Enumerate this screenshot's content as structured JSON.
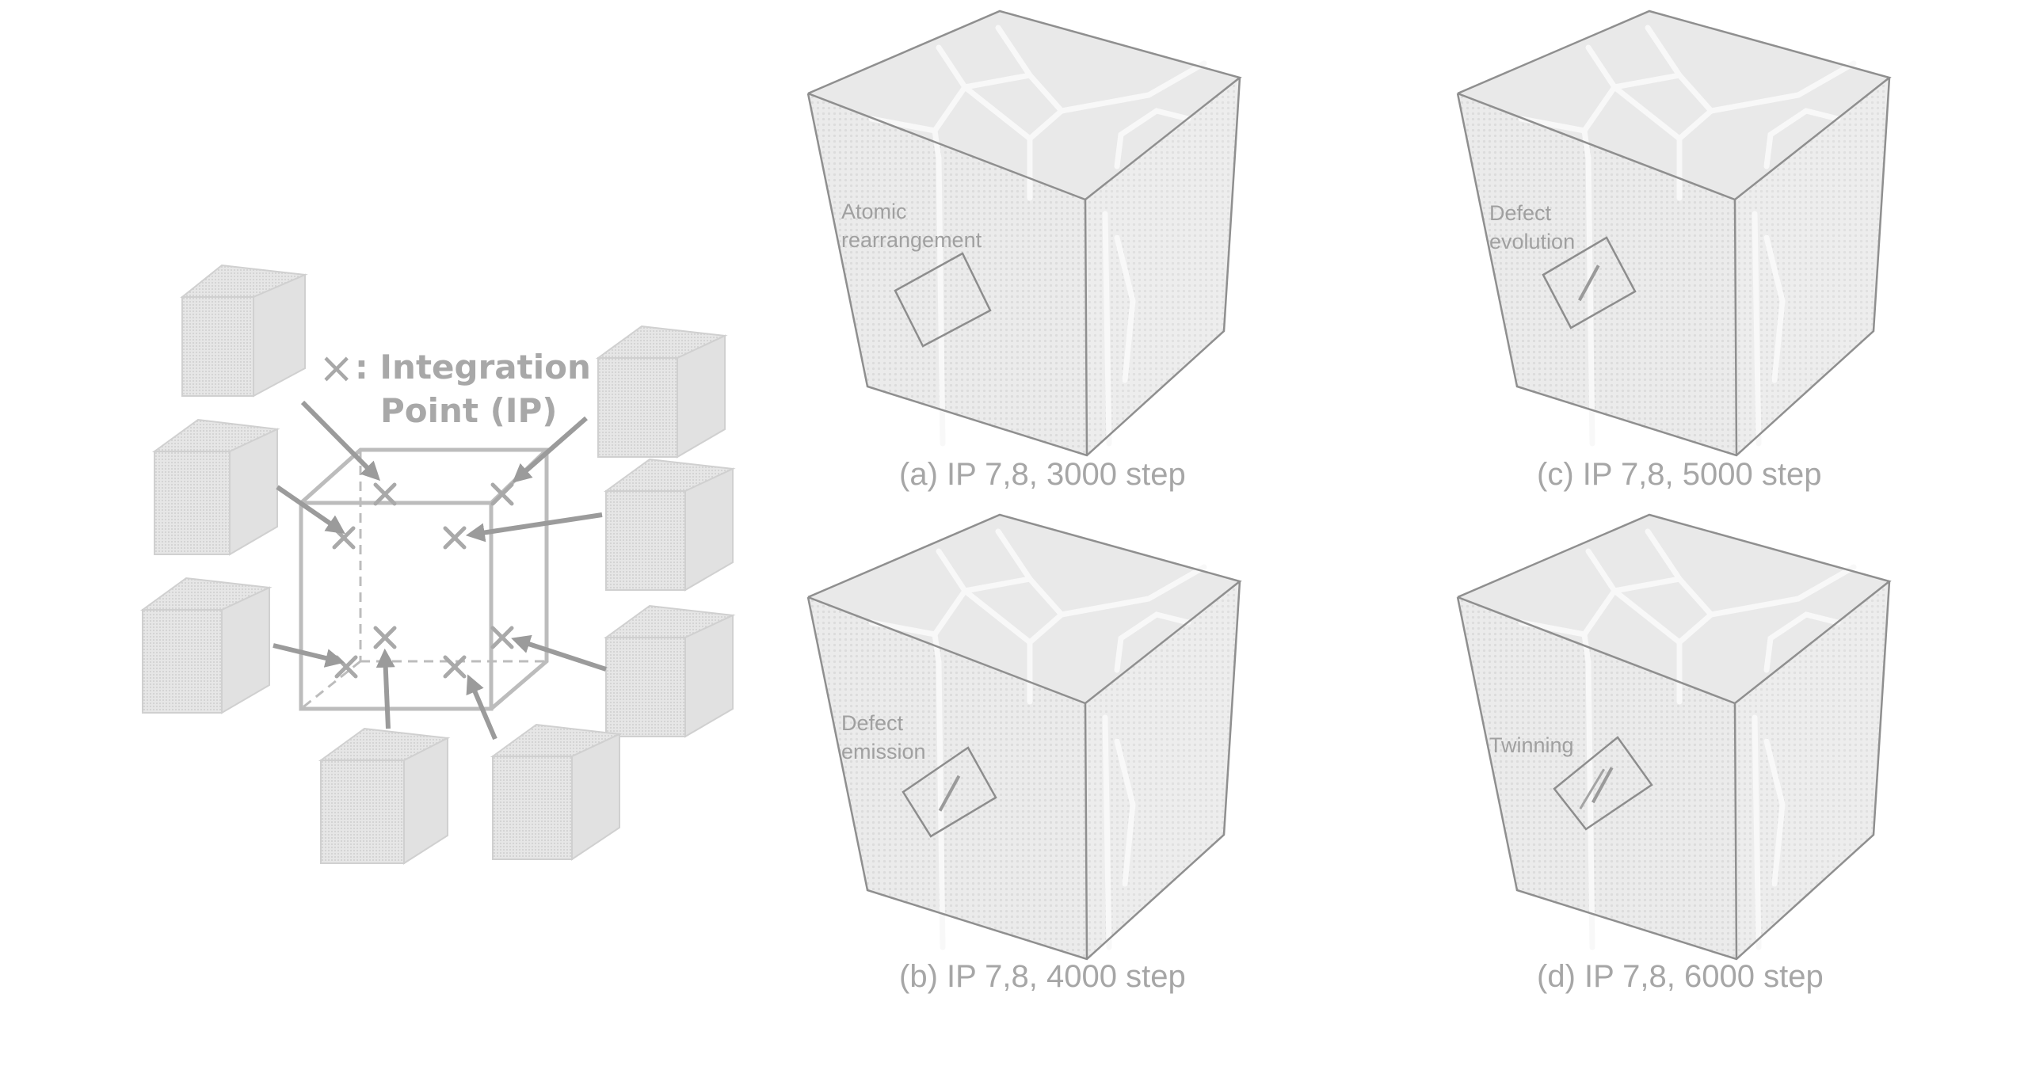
{
  "legend": {
    "marker": "×",
    "line1": ": Integration",
    "line2": "Point (IP)"
  },
  "panels": [
    {
      "id": "a",
      "caption": "(a) IP 7,8, 3000 step",
      "annotation": [
        "Atomic",
        "rearrangement"
      ]
    },
    {
      "id": "c",
      "caption": "(c) IP 7,8, 5000 step",
      "annotation": [
        "Defect",
        "evolution"
      ]
    },
    {
      "id": "b",
      "caption": "(b) IP 7,8, 4000 step",
      "annotation": [
        "Defect",
        "emission"
      ]
    },
    {
      "id": "d",
      "caption": "(d) IP 7,8, 6000 step",
      "annotation": [
        "Twinning"
      ]
    }
  ],
  "colors": {
    "cube_face": "#ececec",
    "cube_edge": "#8f8f8f",
    "grain_boundary": "#f7f7f7",
    "text": "#a6a6a6",
    "arrow": "#9b9b9b",
    "frame": "#b4b4b4"
  }
}
